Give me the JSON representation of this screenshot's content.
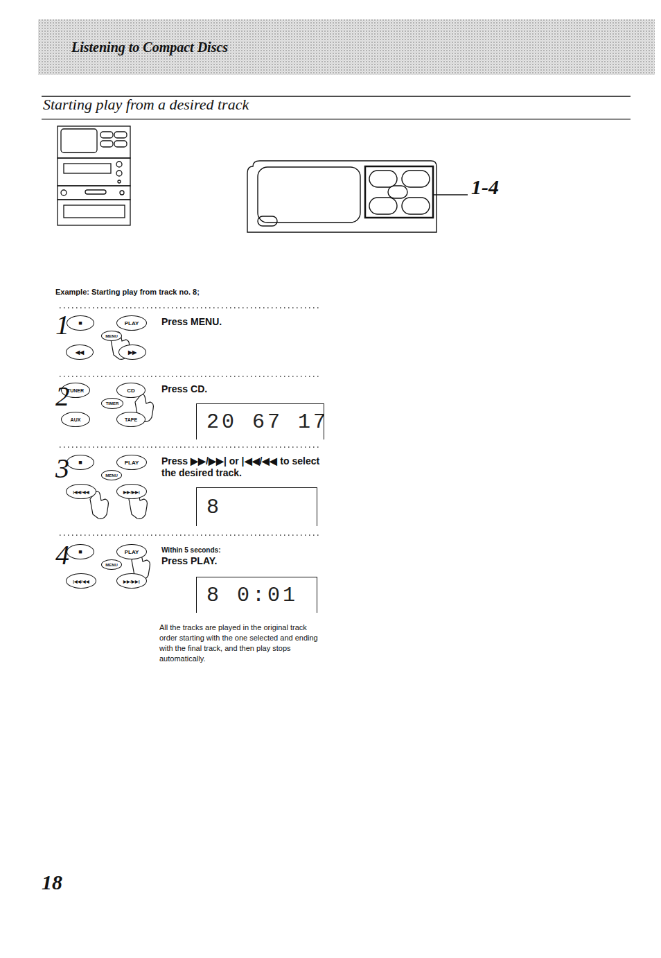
{
  "diagram": {
    "title": "Starting play from a desired track",
    "nodes": [
      {
        "text": [
          "■"
        ]
      },
      {
        "text": [
          "PLAY"
        ]
      },
      {
        "text": [
          "MENU"
        ]
      },
      {
        "text": [
          "◀◀"
        ]
      },
      {
        "text": [
          "▶▶"
        ]
      },
      {
        "text": [
          "TUNER"
        ]
      },
      {
        "text": [
          "CD"
        ]
      },
      {
        "text": [
          "TIMER"
        ]
      },
      {
        "text": [
          "AUX"
        ]
      },
      {
        "text": [
          "TAPE"
        ]
      },
      {
        "text": [
          "20 67 17"
        ]
      },
      {
        "text": [
          "■"
        ]
      },
      {
        "text": [
          "PLAY"
        ]
      },
      {
        "text": [
          "MENU"
        ]
      },
      {
        "text": [
          "|◀◀/◀◀"
        ]
      },
      {
        "text": [
          "▶▶/▶▶|"
        ]
      },
      {
        "text": [
          "8"
        ]
      },
      {
        "text": [
          "■"
        ]
      },
      {
        "text": [
          "PLAY"
        ]
      },
      {
        "text": [
          "MENU"
        ]
      },
      {
        "text": [
          "|◀◀/◀◀"
        ]
      },
      {
        "text": [
          "▶▶/▶▶|"
        ]
      },
      {
        "text": [
          "8 0:01"
        ]
      }
    ],
    "labels": [
      "Listening to Compact Discs",
      "1-4",
      "Example: Starting play from track no. 8;",
      "1",
      "Press MENU.",
      "2",
      "Press CD.",
      "3",
      "Press ▶▶/▶▶| or |◀◀/◀◀ to select the desired track.",
      "4",
      "Within 5 seconds:",
      "Press PLAY.",
      "All the tracks are played in the original track order starting with the one selected and ending with the final track, and then play stops automatically.",
      "18"
    ]
  }
}
